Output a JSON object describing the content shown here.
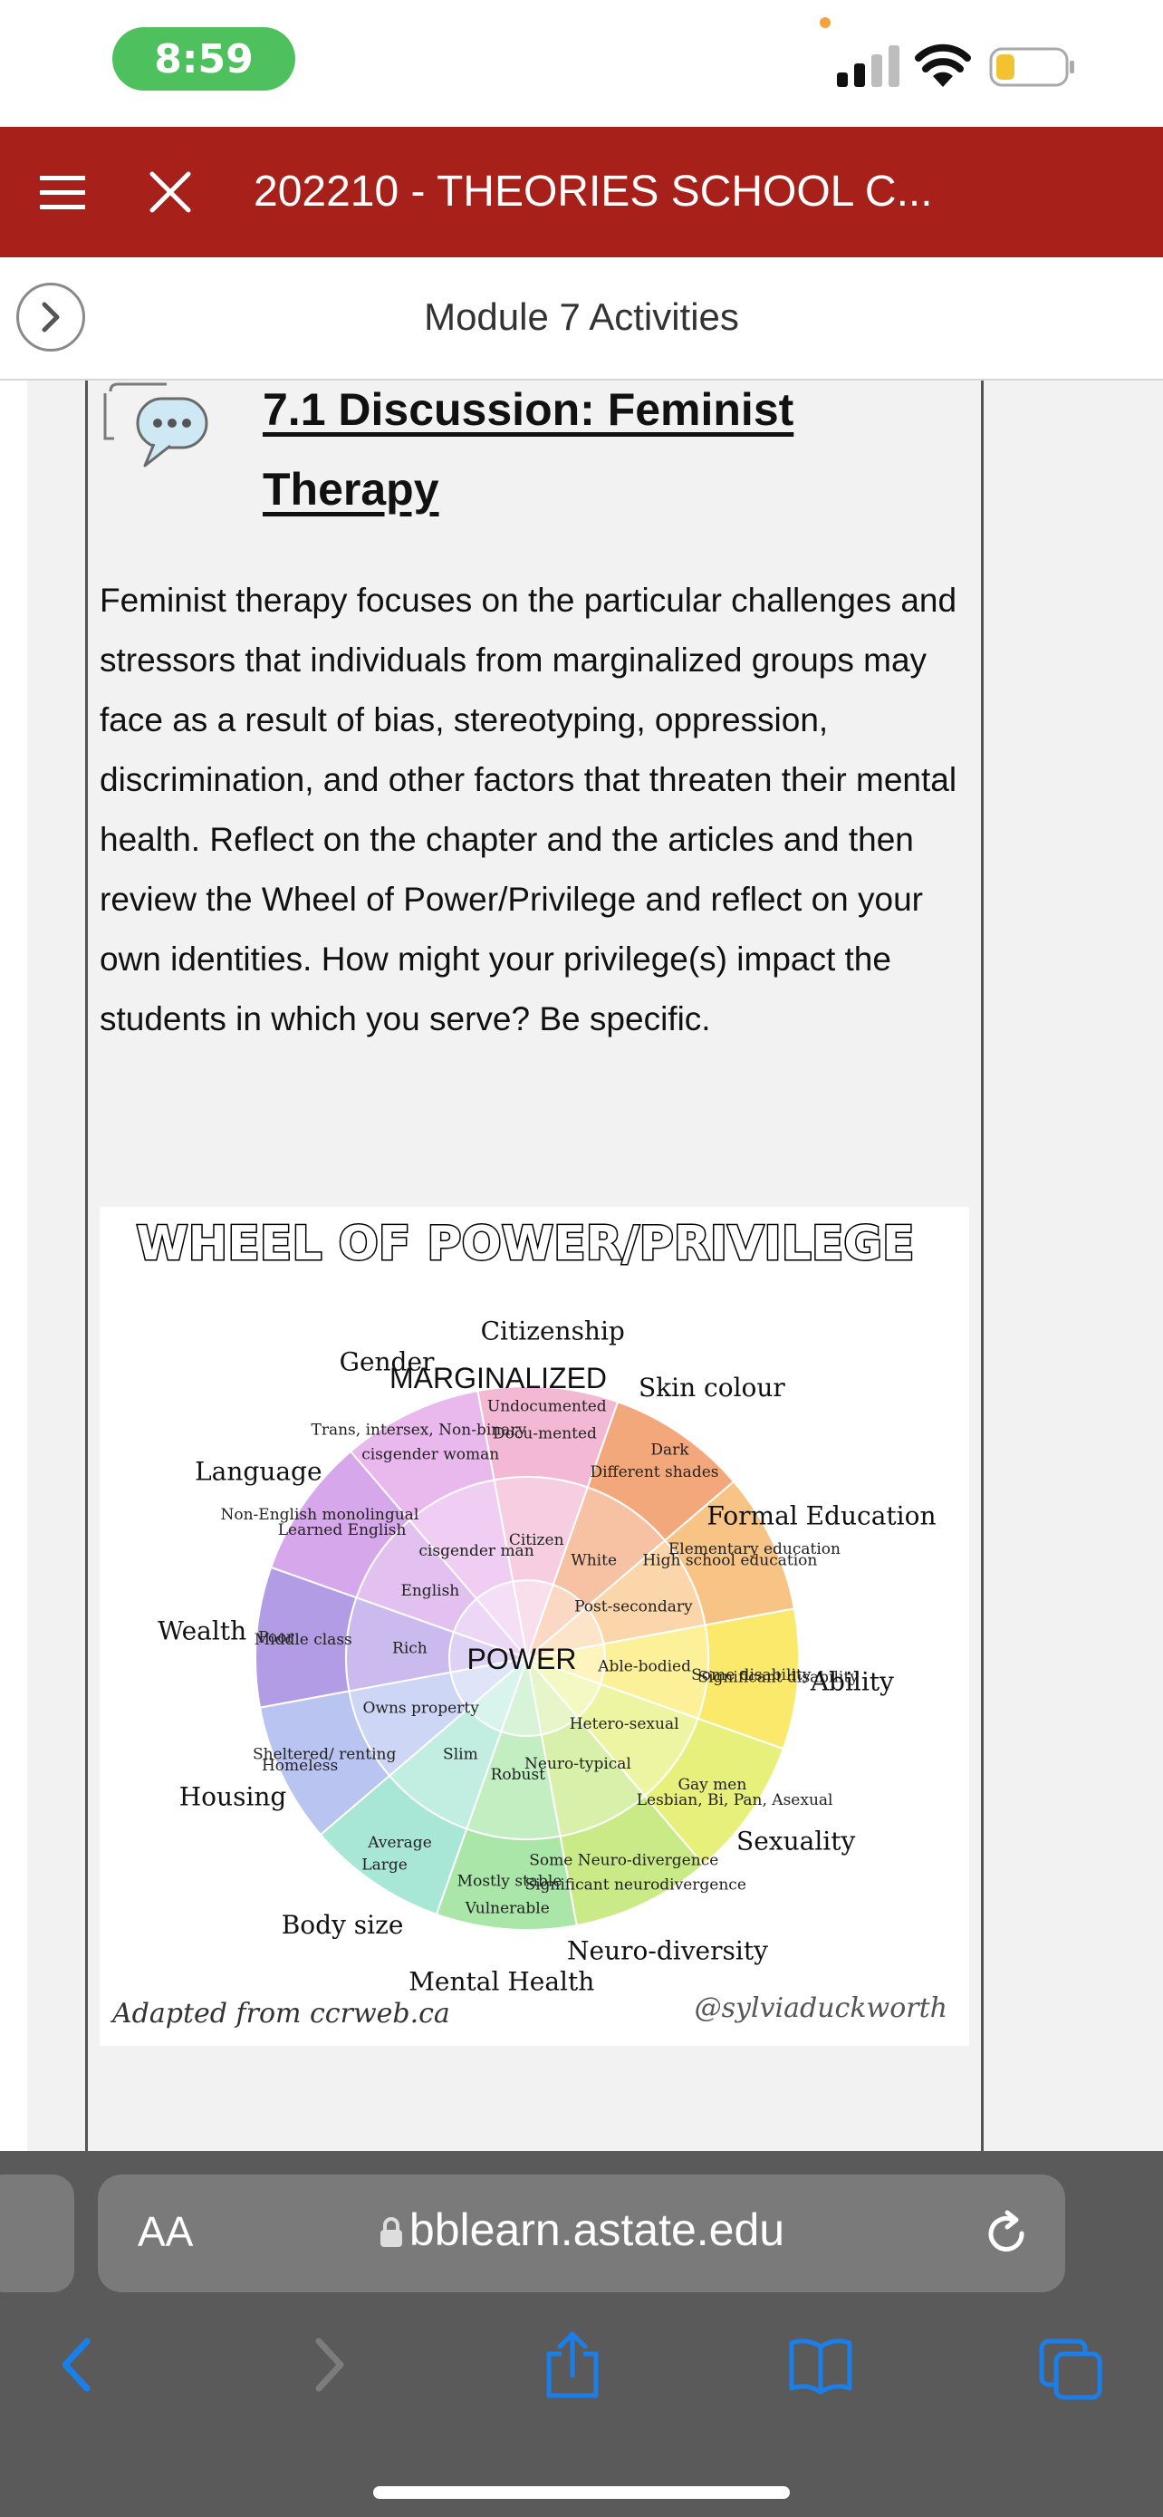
{
  "status_bar": {
    "time": "8:59"
  },
  "header": {
    "course_title": "202210 - THEORIES SCHOOL C..."
  },
  "subheader": {
    "module_title": "Module 7 Activities"
  },
  "discussion": {
    "title": "7.1 Discussion: Feminist Therapy",
    "body": "Feminist therapy focuses on the particular challenges and stressors that individuals from marginalized groups may face as a result of bias, stereotyping, oppression, discrimination, and other factors that threaten their mental health. Reflect on the chapter and the articles and then review the Wheel of Power/Privilege and reflect on your own identities. How might your privilege(s) impact the students in which you serve? Be specific."
  },
  "wheel": {
    "title": "WHEEL OF POWER/PRIVILEGE",
    "center_label": "POWER",
    "marginalized_label": "MARGINALIZED",
    "categories": [
      "Citizenship",
      "Skin colour",
      "Formal Education",
      "Ability",
      "Sexuality",
      "Neuro-diversity",
      "Mental Health",
      "Body size",
      "Housing",
      "Wealth",
      "Language",
      "Gender"
    ],
    "segments": [
      {
        "outer": "Undocumented",
        "mid": "Docu-mented",
        "inner": "Citizen",
        "color": "#f2b8d4"
      },
      {
        "outer": "Dark",
        "mid": "Different shades",
        "inner": "White",
        "color": "#f3a87b"
      },
      {
        "outer": "Elementary education",
        "mid": "High school education",
        "inner": "Post-secondary",
        "color": "#f8c486"
      },
      {
        "outer": "Significant disability",
        "mid": "Some disability",
        "inner": "Able-bodied",
        "color": "#fbe96c"
      },
      {
        "outer": "Lesbian, Bi, Pan, Asexual",
        "mid": "Gay men",
        "inner": "Hetero-sexual",
        "color": "#e7f07a"
      },
      {
        "outer": "Significant neurodivergence",
        "mid": "Some Neuro-divergence",
        "inner": "Neuro-typical",
        "color": "#c9ea86"
      },
      {
        "outer": "Vulnerable",
        "mid": "Mostly stable",
        "inner": "Robust",
        "color": "#a9e6a8"
      },
      {
        "outer": "Large",
        "mid": "Average",
        "inner": "Slim",
        "color": "#a8e6d6"
      },
      {
        "outer": "Homeless",
        "mid": "Sheltered/ renting",
        "inner": "Owns property",
        "color": "#b9c4f0"
      },
      {
        "outer": "Poor",
        "mid": "Middle class",
        "inner": "Rich",
        "color": "#b39ce6"
      },
      {
        "outer": "Non-English monolingual",
        "mid": "Learned English",
        "inner": "English",
        "color": "#d6a7ea"
      },
      {
        "outer": "Trans, intersex, Non-binary",
        "mid": "cisgender woman",
        "inner": "cisgender man",
        "color": "#e9b8ec"
      }
    ],
    "credit_left": "Adapted from ccrweb.ca",
    "credit_right": "@sylviaduckworth"
  },
  "browser": {
    "aa_label": "AA",
    "url": "bblearn.astate.edu"
  },
  "colors": {
    "header_red": "#a8201a",
    "time_green": "#4ec15e",
    "chrome_gray": "#5a5a5a",
    "accent_blue": "#1a7fe8"
  }
}
